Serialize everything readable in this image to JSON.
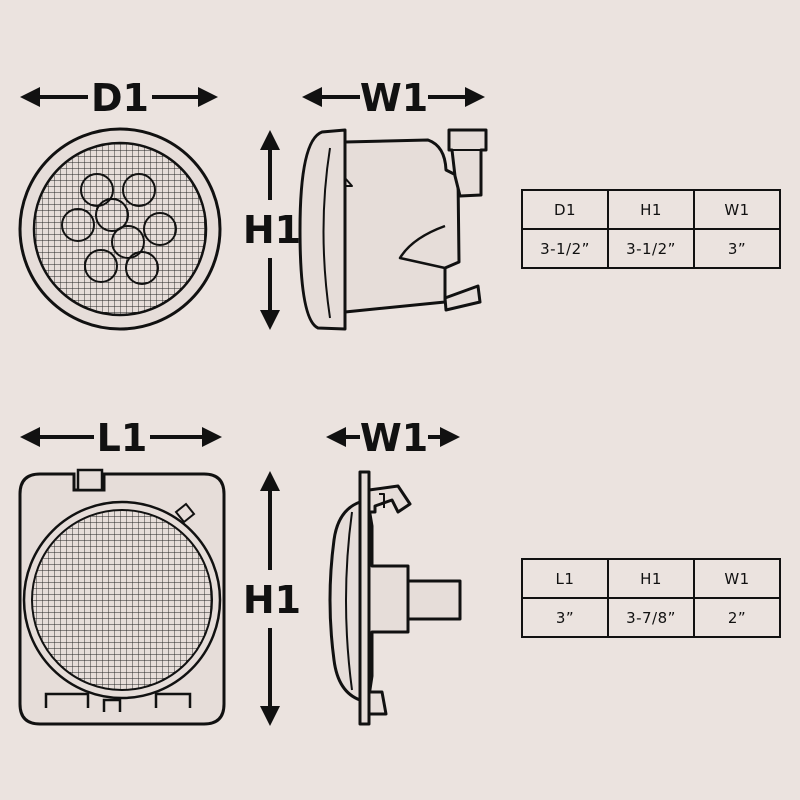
{
  "top_view": {
    "front_label": "D1",
    "side_width_label": "W1",
    "side_height_label": "H1",
    "table": {
      "headers": [
        "D1",
        "H1",
        "W1"
      ],
      "values": [
        "3-1/2”",
        "3-1/2”",
        "3”"
      ]
    }
  },
  "bottom_view": {
    "front_label": "L1",
    "side_width_label": "W1",
    "side_height_label": "H1",
    "table": {
      "headers": [
        "L1",
        "H1",
        "W1"
      ],
      "values": [
        "3”",
        "3-7/8”",
        "2”"
      ]
    }
  },
  "colors": {
    "background": "#ebe3df",
    "line": "#111111",
    "lamp_fill": "#e6ddd9"
  }
}
